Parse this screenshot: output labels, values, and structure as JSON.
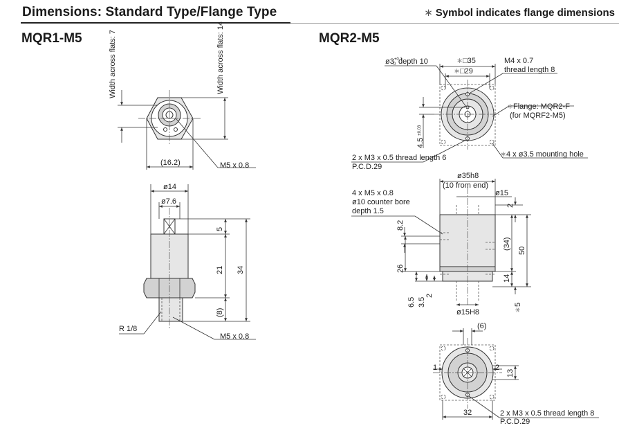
{
  "header": {
    "title": "Dimensions: Standard Type/Flange Type",
    "note_symbol": "∗",
    "note": "Symbol indicates flange dimensions"
  },
  "left": {
    "model": "MQR1-M5",
    "top_view": {
      "width_across_flats_7": "Width across flats: 7",
      "width_across_flats_14": "Width across flats: 14",
      "dim_16_2": "(16.2)",
      "m5_label": "M5 x 0.8"
    },
    "side_view": {
      "dim_d14": "ø14",
      "dim_d7_6": "ø7.6",
      "dim_5": "5",
      "dim_21": "21",
      "dim_34": "34",
      "dim_8": "(8)",
      "thread_r": "R 1/8",
      "m5_label": "M5 x 0.8"
    }
  },
  "right": {
    "model": "MQR2-M5",
    "top_view": {
      "d3_depth": "ø3",
      "d3_tol_upper": "+0.1",
      "d3_tol_lower": "0",
      "d3_depth_suffix": "depth 10",
      "sq35": "35",
      "sq29": "29",
      "m4_line1": "M4 x 0.7",
      "m4_line2": "thread length 8",
      "flange_line1": "Flange: MQR2-F",
      "flange_line2": "(for MQRF2-M5)",
      "dim_4_5": "4.5",
      "dim_4_5_tol": "±0.03",
      "m3_line1": "2 x M3 x 0.5 thread length 6",
      "m3_line2": "P.C.D.29",
      "mounting": "4 x ø3.5 mounting hole"
    },
    "side_view": {
      "d35h8": "ø35h8",
      "from_end": "(10 from end)",
      "d15": "ø15",
      "m5_line1": "4 x M5 x 0.8",
      "m5_line2": "ø10 counter bore",
      "m5_line3": "depth 1.5",
      "dim_8_2": "8.2",
      "dim_2a": "2",
      "dim_34": "(34)",
      "dim_50": "50",
      "dim_26": "26",
      "dim_14": "14",
      "dim_6_5": "6.5",
      "dim_3_5": "3.5",
      "dim_2b": "2",
      "d15h8": "ø15H8",
      "dim_5": "5"
    },
    "bottom_view": {
      "dim_6": "(6)",
      "dim_1": "1",
      "dim_2": "2",
      "dim_13": "13",
      "dim_32": "32",
      "m3_line1": "2 x M3 x 0.5 thread length 8",
      "m3_line2": "P.C.D.29"
    }
  }
}
